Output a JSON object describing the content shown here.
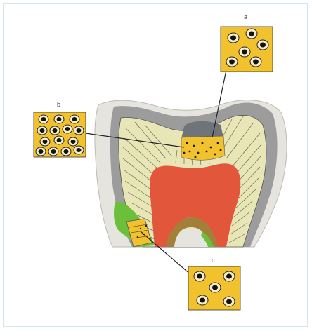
{
  "labels": {
    "a": "a",
    "b": "b",
    "c": "c"
  },
  "colors": {
    "enamel_outer": "#e6e4de",
    "enamel_grey": "#9c9c9c",
    "dentin": "#e8e6b6",
    "pulp": "#e2573b",
    "tubule_box": "#f2c12e",
    "lesion_top": "#6e7478",
    "root_band": "#a3803a",
    "cementum_green": "#6bbf3a",
    "outline": "#333333"
  },
  "icons": [
    "tooth-cross-section",
    "dentinal-tubule-magnified"
  ]
}
